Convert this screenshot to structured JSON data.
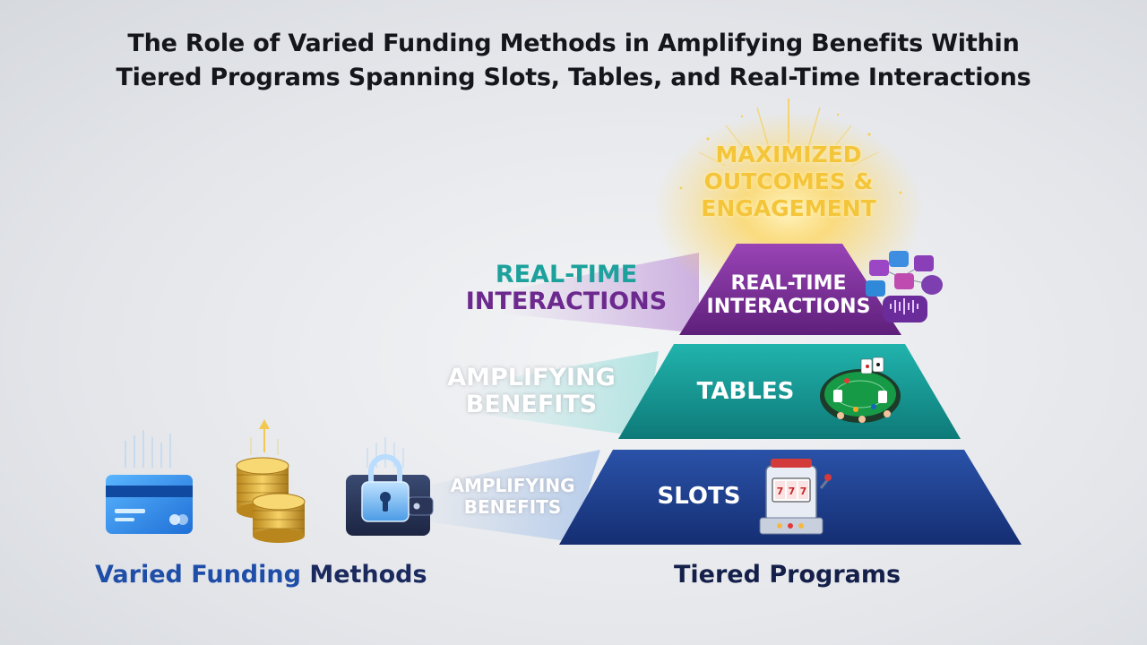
{
  "title": {
    "line1": "The Role of Varied Funding Methods in Amplifying Benefits Within",
    "line2": "Tiered Programs Spanning Slots, Tables, and Real-Time Interactions"
  },
  "apex": {
    "line1": "MAXIMIZED",
    "line2": "OUTCOMES &",
    "line3": "ENGAGEMENT",
    "color": "#f4c53a"
  },
  "tiers": [
    {
      "label_line1": "REAL-TIME",
      "label_line2": "INTERACTIONS",
      "color": "#7a2c95",
      "icon": "chat-bubbles-icon"
    },
    {
      "label": "TABLES",
      "color": "#14a09d",
      "icon": "card-table-icon"
    },
    {
      "label": "SLOTS",
      "color": "#1d3f93",
      "icon": "slot-machine-icon"
    }
  ],
  "side_labels": {
    "realtime_line1": "REAL-TIME",
    "realtime_line2": "INTERACTIONS",
    "tables_line1": "AMPLIFYING",
    "tables_line2": "BENEFITS",
    "slots_line1": "AMPLIFYING",
    "slots_line2": "BENEFITS",
    "realtime_colors": [
      "#1da19c",
      "#6d2a8e"
    ]
  },
  "funding": {
    "icons": [
      "credit-card-icon",
      "gold-coins-icon",
      "locked-wallet-icon"
    ],
    "caption_part1": "Varied Funding",
    "caption_part2": " Methods"
  },
  "caption_tiered": "Tiered Programs"
}
